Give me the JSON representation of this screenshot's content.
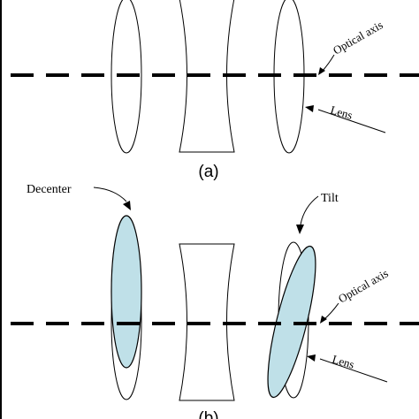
{
  "panel_a": {
    "caption": "(a)",
    "label_optical_axis": "Optical axis",
    "label_lens": "Lens"
  },
  "panel_b": {
    "caption": "(b)",
    "label_decenter": "Decenter",
    "label_tilt": "Tilt",
    "label_optical_axis": "Optical axis",
    "label_lens": "Lens"
  },
  "colors": {
    "line": "#000000",
    "lens_fill": "#bfe0e8",
    "background": "#ffffff"
  }
}
